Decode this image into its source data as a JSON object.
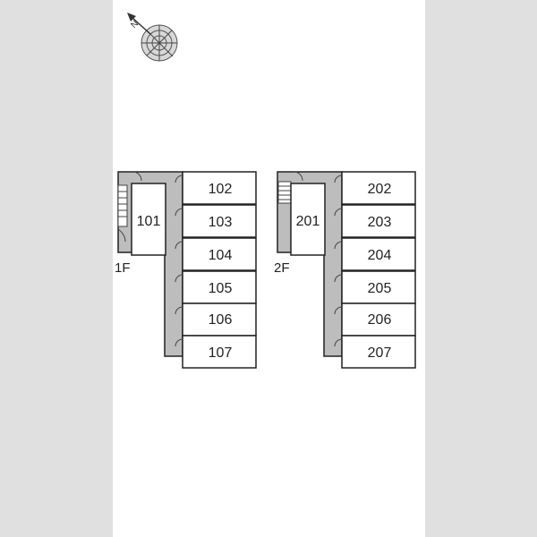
{
  "floors": [
    {
      "floor_label": "1F",
      "side_room": "101",
      "rooms": [
        "102",
        "103",
        "104",
        "105",
        "106",
        "107"
      ]
    },
    {
      "floor_label": "2F",
      "side_room": "201",
      "rooms": [
        "202",
        "203",
        "204",
        "205",
        "206",
        "207"
      ]
    }
  ],
  "compass": {
    "north_label": "N",
    "icon": "compass-icon"
  },
  "colors": {
    "page_background": "#e0e0e0",
    "sheet": "#ffffff",
    "corridor": "#bdbdbd",
    "line": "#222222"
  }
}
